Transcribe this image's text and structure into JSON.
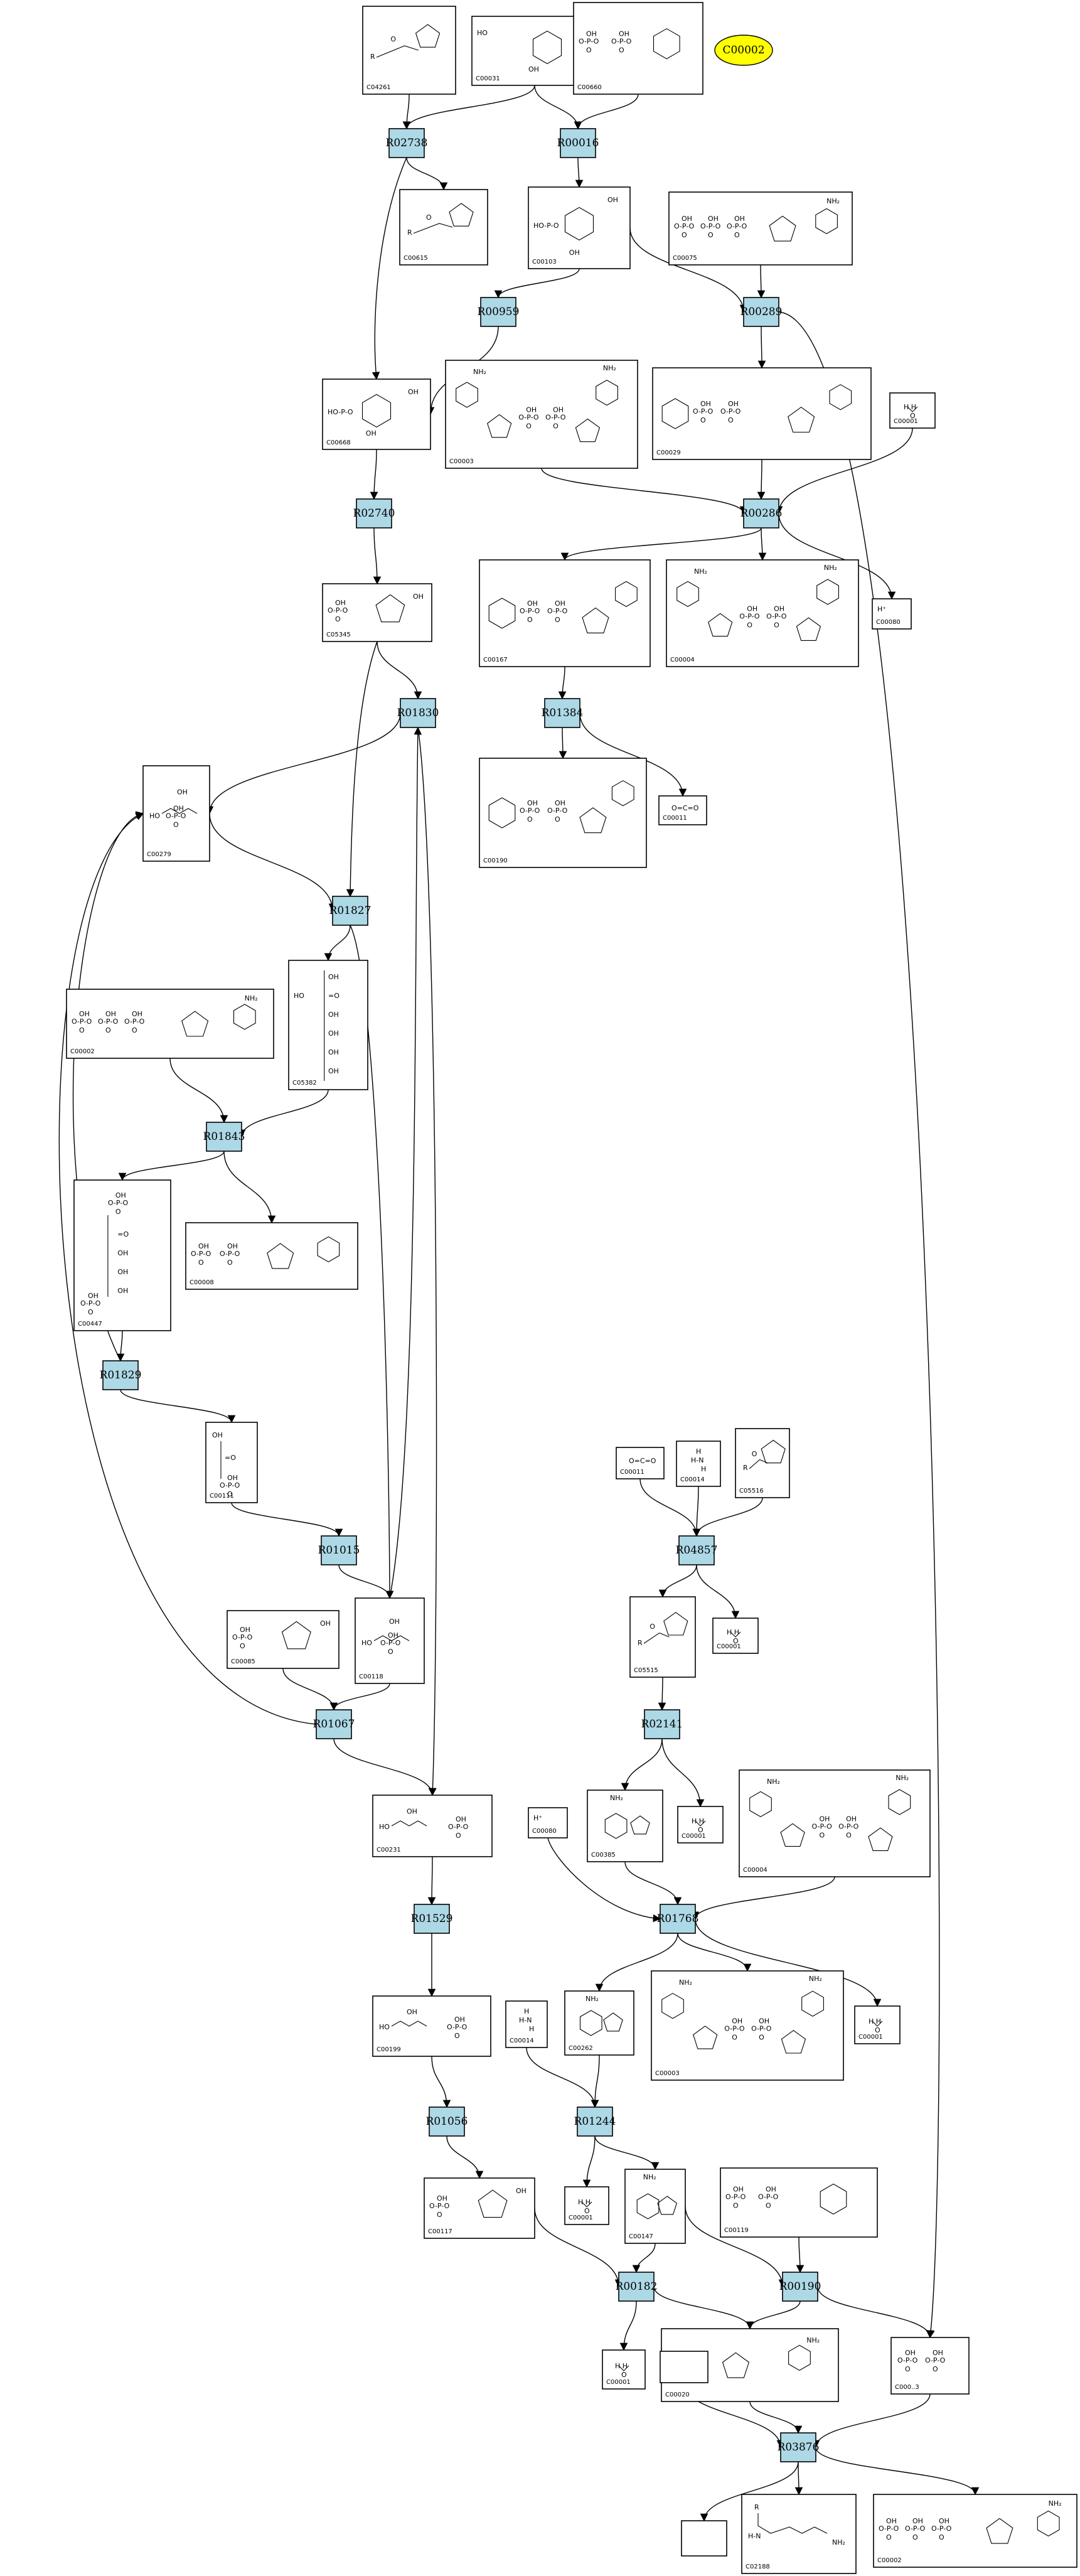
{
  "highlight": {
    "label": "C00002",
    "color": "#ffff00"
  },
  "colors": {
    "reaction_fill": "#add8e6",
    "node_border": "#000000"
  },
  "reactions": [
    {
      "id": "R02738",
      "label": "R02738"
    },
    {
      "id": "R00016",
      "label": "R00016"
    },
    {
      "id": "R00959",
      "label": "R00959"
    },
    {
      "id": "R00289",
      "label": "R00289"
    },
    {
      "id": "R02740",
      "label": "R02740"
    },
    {
      "id": "R00286",
      "label": "R00286"
    },
    {
      "id": "R01830",
      "label": "R01830"
    },
    {
      "id": "R01384",
      "label": "R01384"
    },
    {
      "id": "R01827",
      "label": "R01827"
    },
    {
      "id": "R01843",
      "label": "R01843"
    },
    {
      "id": "R01829",
      "label": "R01829"
    },
    {
      "id": "R01015",
      "label": "R01015"
    },
    {
      "id": "R04857",
      "label": "R04857"
    },
    {
      "id": "R01067",
      "label": "R01067"
    },
    {
      "id": "R02141",
      "label": "R02141"
    },
    {
      "id": "R01529",
      "label": "R01529"
    },
    {
      "id": "R01768",
      "label": "R01768"
    },
    {
      "id": "R01056",
      "label": "R01056"
    },
    {
      "id": "R01244",
      "label": "R01244"
    },
    {
      "id": "R00182",
      "label": "R00182"
    },
    {
      "id": "R00190",
      "label": "R00190"
    },
    {
      "id": "R03876",
      "label": "R03876"
    }
  ],
  "compounds": [
    {
      "id": "c04261",
      "label": "C04261",
      "kind": "ring_n"
    },
    {
      "id": "c00031",
      "label": "C00031",
      "kind": "pyranose"
    },
    {
      "id": "c00660",
      "label": "C00660",
      "kind": "sugar_diphos"
    },
    {
      "id": "c00615",
      "label": "C00615",
      "kind": "ring_n"
    },
    {
      "id": "c00103",
      "label": "C00103",
      "kind": "sugar_phos"
    },
    {
      "id": "c00075",
      "label": "C00075",
      "kind": "nucleotide_tri"
    },
    {
      "id": "c00668",
      "label": "C00668",
      "kind": "sugar_phos"
    },
    {
      "id": "c00003",
      "label": "C00003",
      "kind": "dinucleotide"
    },
    {
      "id": "c00029",
      "label": "C00029",
      "kind": "udp_sugar"
    },
    {
      "id": "c00001a",
      "label": "C00001",
      "kind": "water"
    },
    {
      "id": "c05345",
      "label": "C05345",
      "kind": "furanose"
    },
    {
      "id": "c00167",
      "label": "C00167",
      "kind": "udp_sugar"
    },
    {
      "id": "c00004a",
      "label": "C00004",
      "kind": "dinucleotide"
    },
    {
      "id": "c00080a",
      "label": "C00080",
      "kind": "proton"
    },
    {
      "id": "c00190",
      "label": "C00190",
      "kind": "udp_sugar"
    },
    {
      "id": "c00011a",
      "label": "C00011",
      "kind": "co2"
    },
    {
      "id": "c00279",
      "label": "C00279",
      "kind": "chain_phos"
    },
    {
      "id": "c05382",
      "label": "C05382",
      "kind": "chain_long"
    },
    {
      "id": "c00002a",
      "label": "C00002",
      "kind": "nucleotide_tri"
    },
    {
      "id": "c00447",
      "label": "C00447",
      "kind": "chain_diphos"
    },
    {
      "id": "c00008",
      "label": "C00008",
      "kind": "nucleotide_di"
    },
    {
      "id": "c00011b",
      "label": "C00011",
      "kind": "co2"
    },
    {
      "id": "c00014a",
      "label": "C00014",
      "kind": "ammonia"
    },
    {
      "id": "c05516",
      "label": "C05516",
      "kind": "ring_n"
    },
    {
      "id": "c00111",
      "label": "C00111",
      "kind": "chain_short"
    },
    {
      "id": "c05515",
      "label": "C05515",
      "kind": "ring_n"
    },
    {
      "id": "c00001b",
      "label": "C00001",
      "kind": "water"
    },
    {
      "id": "c00085",
      "label": "C00085",
      "kind": "furanose"
    },
    {
      "id": "c00118",
      "label": "C00118",
      "kind": "chain_phos"
    },
    {
      "id": "c00001c",
      "label": "C00001",
      "kind": "water"
    },
    {
      "id": "c00004b",
      "label": "C00004",
      "kind": "dinucleotide"
    },
    {
      "id": "c00080b",
      "label": "C00080",
      "kind": "proton"
    },
    {
      "id": "c00385",
      "label": "C00385",
      "kind": "purine"
    },
    {
      "id": "c00231",
      "label": "C00231",
      "kind": "chain_phos"
    },
    {
      "id": "c00199",
      "label": "C00199",
      "kind": "chain_phos"
    },
    {
      "id": "c00014b",
      "label": "C00014",
      "kind": "ammonia"
    },
    {
      "id": "c00262",
      "label": "C00262",
      "kind": "purine"
    },
    {
      "id": "c00003b",
      "label": "C00003",
      "kind": "dinucleotide"
    },
    {
      "id": "c00001d",
      "label": "C00001",
      "kind": "water"
    },
    {
      "id": "c00117",
      "label": "C00117",
      "kind": "furanose"
    },
    {
      "id": "c00001e",
      "label": "C00001",
      "kind": "water"
    },
    {
      "id": "c00147",
      "label": "C00147",
      "kind": "purine"
    },
    {
      "id": "c00119",
      "label": "C00119",
      "kind": "sugar_diphos"
    },
    {
      "id": "c00001f",
      "label": "C00001",
      "kind": "water"
    },
    {
      "id": "c00020",
      "label": "C00020",
      "kind": "nucleotide_mono"
    },
    {
      "id": "c00013",
      "label": "C000..3",
      "kind": "pyrophosphate"
    },
    {
      "id": "blank1",
      "label": "",
      "kind": "empty"
    },
    {
      "id": "blank2",
      "label": "",
      "kind": "empty"
    },
    {
      "id": "c02188",
      "label": "C02188",
      "kind": "protein"
    },
    {
      "id": "c00002b",
      "label": "C00002",
      "kind": "nucleotide_tri"
    }
  ]
}
